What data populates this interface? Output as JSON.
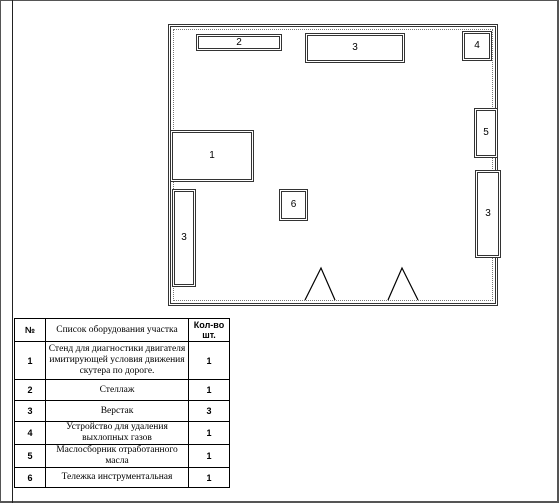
{
  "plan": {
    "labels": {
      "shelf_top": "2",
      "workbench_top": "3",
      "exhaust": "4",
      "oil_collector": "5",
      "stand": "1",
      "tool_cart": "6",
      "workbench_left": "3",
      "workbench_right": "3"
    }
  },
  "table": {
    "headers": {
      "num": "№",
      "name": "Список оборудования участка",
      "qty": "Кол-во шт."
    },
    "rows": [
      {
        "num": "1",
        "name": "Стенд для диагностики двигателя имитирующей условия движения скутера по дороге.",
        "qty": "1"
      },
      {
        "num": "2",
        "name": "Стеллаж",
        "qty": "1"
      },
      {
        "num": "3",
        "name": "Верстак",
        "qty": "3"
      },
      {
        "num": "4",
        "name": "Устройство для удаления выхлопных газов",
        "qty": "1"
      },
      {
        "num": "5",
        "name": "Маслосборник отработанного масла",
        "qty": "1"
      },
      {
        "num": "6",
        "name": "Тележка инструментальная",
        "qty": "1"
      }
    ]
  }
}
